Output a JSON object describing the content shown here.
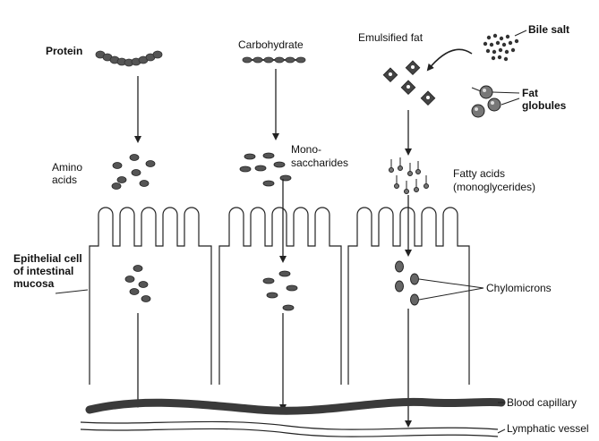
{
  "labels": {
    "protein": "Protein",
    "carbohydrate": "Carbohydrate",
    "emulsified_fat": "Emulsified fat",
    "bile_salt": "Bile salt",
    "fat_globules_line1": "Fat",
    "fat_globules_line2": "globules",
    "amino_acids_line1": "Amino",
    "amino_acids_line2": "acids",
    "monosaccharides_line1": "Mono-",
    "monosaccharides_line2": "saccharides",
    "fatty_acids_line1": "Fatty acids",
    "fatty_acids_line2": "(monoglycerides)",
    "epithelial_line1": "Epithelial cell",
    "epithelial_line2": "of intestinal",
    "epithelial_line3": "mucosa",
    "chylomicrons": "Chylomicrons",
    "blood_capillary": "Blood capillary",
    "lymphatic_vessel": "Lymphatic vessel"
  },
  "colors": {
    "ink": "#222222",
    "particle": "#555555",
    "capillary": "#3a3a3a",
    "background": "#ffffff"
  }
}
